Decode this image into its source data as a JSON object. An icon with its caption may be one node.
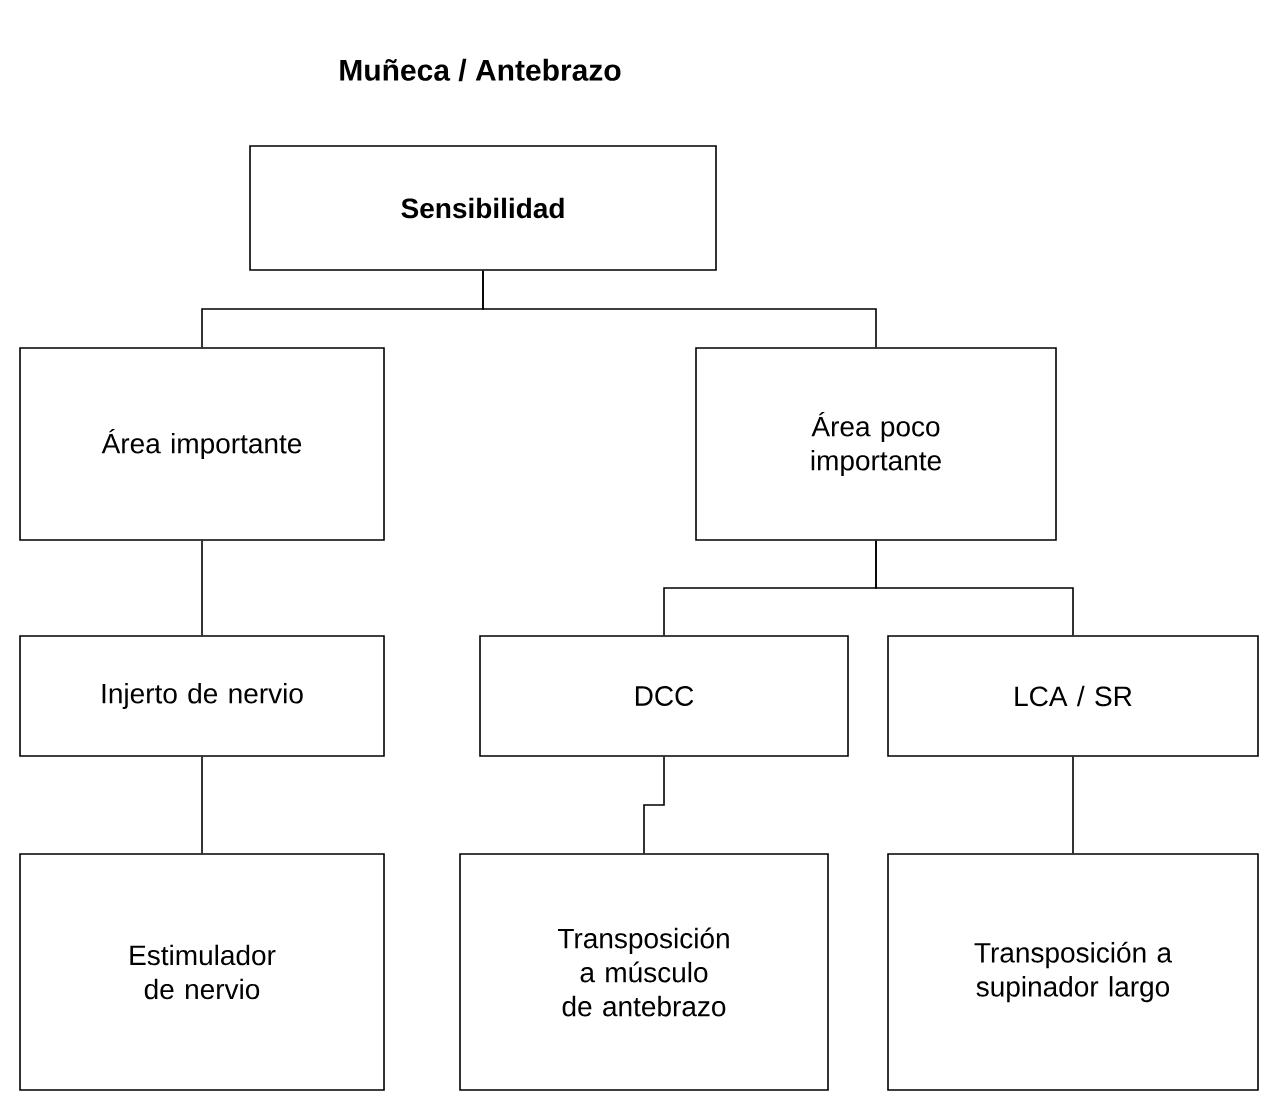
{
  "diagram": {
    "title": "Muñeca / Antebrazo",
    "nodes": [
      {
        "text": [
          "Sensibilidad"
        ]
      },
      {
        "text": [
          "Área importante"
        ]
      },
      {
        "text": [
          "Área poco importante"
        ]
      },
      {
        "text": [
          "Injerto de nervio"
        ]
      },
      {
        "text": [
          "DCC"
        ]
      },
      {
        "text": [
          "LCA / SR"
        ]
      },
      {
        "text": [
          "Estimulador de nervio"
        ]
      },
      {
        "text": [
          "Transposición a músculo de antebrazo"
        ]
      },
      {
        "text": [
          "Transposición a supinador largo"
        ]
      }
    ],
    "edges": [
      {
        "from": 0,
        "to": 1,
        "arrow": "none"
      },
      {
        "from": 0,
        "to": 2,
        "arrow": "none"
      },
      {
        "from": 1,
        "to": 3,
        "arrow": "none"
      },
      {
        "from": 2,
        "to": 4,
        "arrow": "none"
      },
      {
        "from": 2,
        "to": 5,
        "arrow": "none"
      },
      {
        "from": 3,
        "to": 6,
        "arrow": "none"
      },
      {
        "from": 4,
        "to": 7,
        "arrow": "none"
      },
      {
        "from": 5,
        "to": 8,
        "arrow": "none"
      }
    ]
  }
}
